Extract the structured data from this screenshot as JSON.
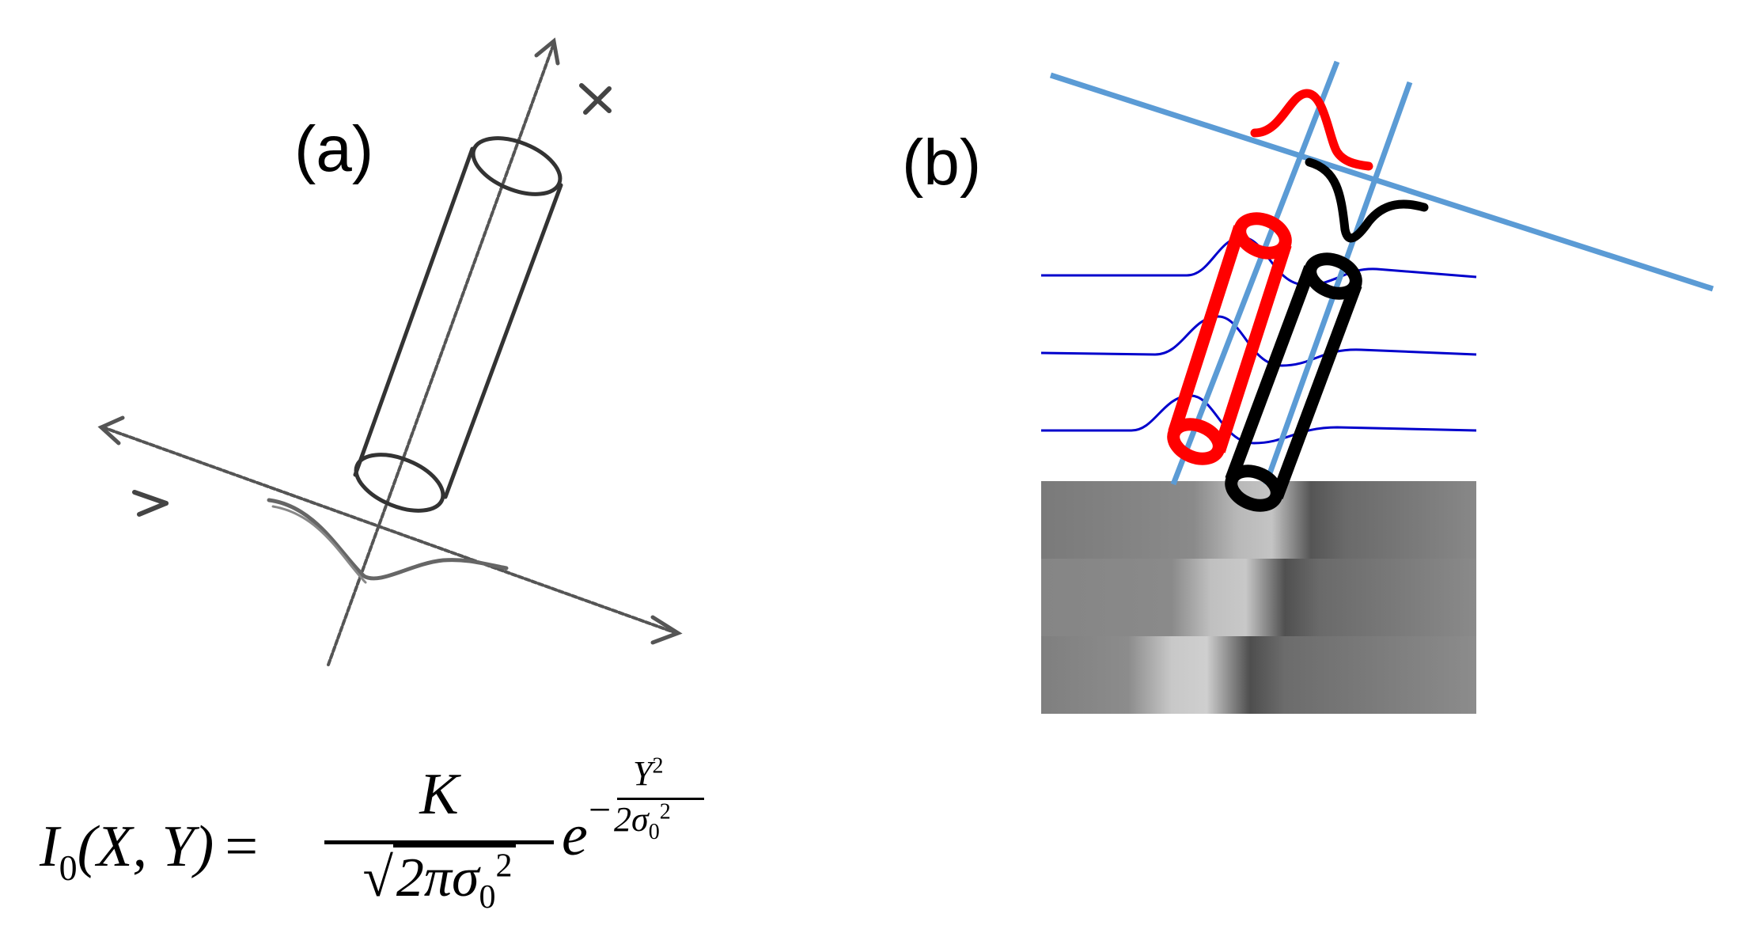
{
  "panel_a": {
    "label": "(a)",
    "axis_x_letter": "X",
    "axis_y_letter": "Y"
  },
  "panel_b": {
    "label": "(b)"
  },
  "formula": {
    "lhs_symbol": "I",
    "lhs_subscript": "0",
    "lhs_args": "(X, Y)",
    "equals": "=",
    "numerator": "K",
    "denominator_inner": "2πσ",
    "denominator_sub": "0",
    "denominator_sup": "2",
    "base": "e",
    "exponent_sign": "−",
    "exponent_numerator": "Y",
    "exponent_numerator_sup": "2",
    "exponent_denominator": "2σ",
    "exponent_denominator_sub": "0",
    "exponent_denominator_sup": "2"
  },
  "colors": {
    "sketch": "#555555",
    "axis_blue": "#5b9bd5",
    "profile_blue": "#0000cc",
    "red": "#ff0000",
    "black": "#000000"
  }
}
